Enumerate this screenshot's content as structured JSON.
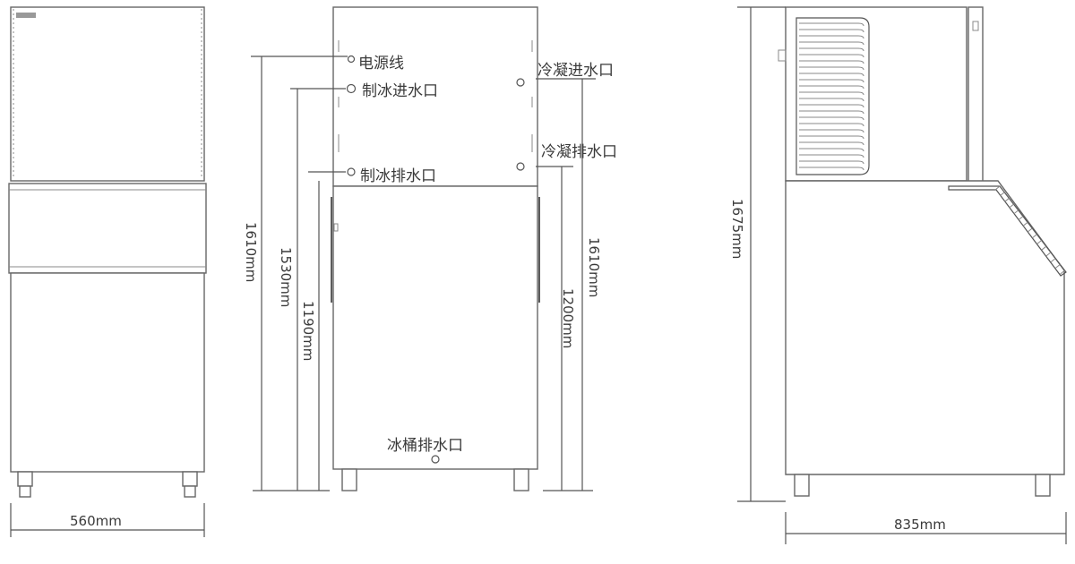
{
  "views": {
    "front": {
      "logo": "",
      "width_dim": "560mm"
    },
    "back": {
      "ports": {
        "power_cord": "电源线",
        "ice_water_inlet": "制冰进水口",
        "ice_water_drain": "制冰排水口",
        "condenser_inlet": "冷凝进水口",
        "condenser_drain": "冷凝排水口",
        "bin_drain": "冰桶排水口"
      },
      "height_dims": {
        "power_cord_height": "1610mm",
        "inlet_height": "1530mm",
        "drain_height": "1190mm",
        "condenser_inlet_height": "1610mm",
        "condenser_drain_height": "1200mm"
      }
    },
    "side": {
      "height_dim": "1675mm",
      "depth_dim": "835mm"
    }
  }
}
